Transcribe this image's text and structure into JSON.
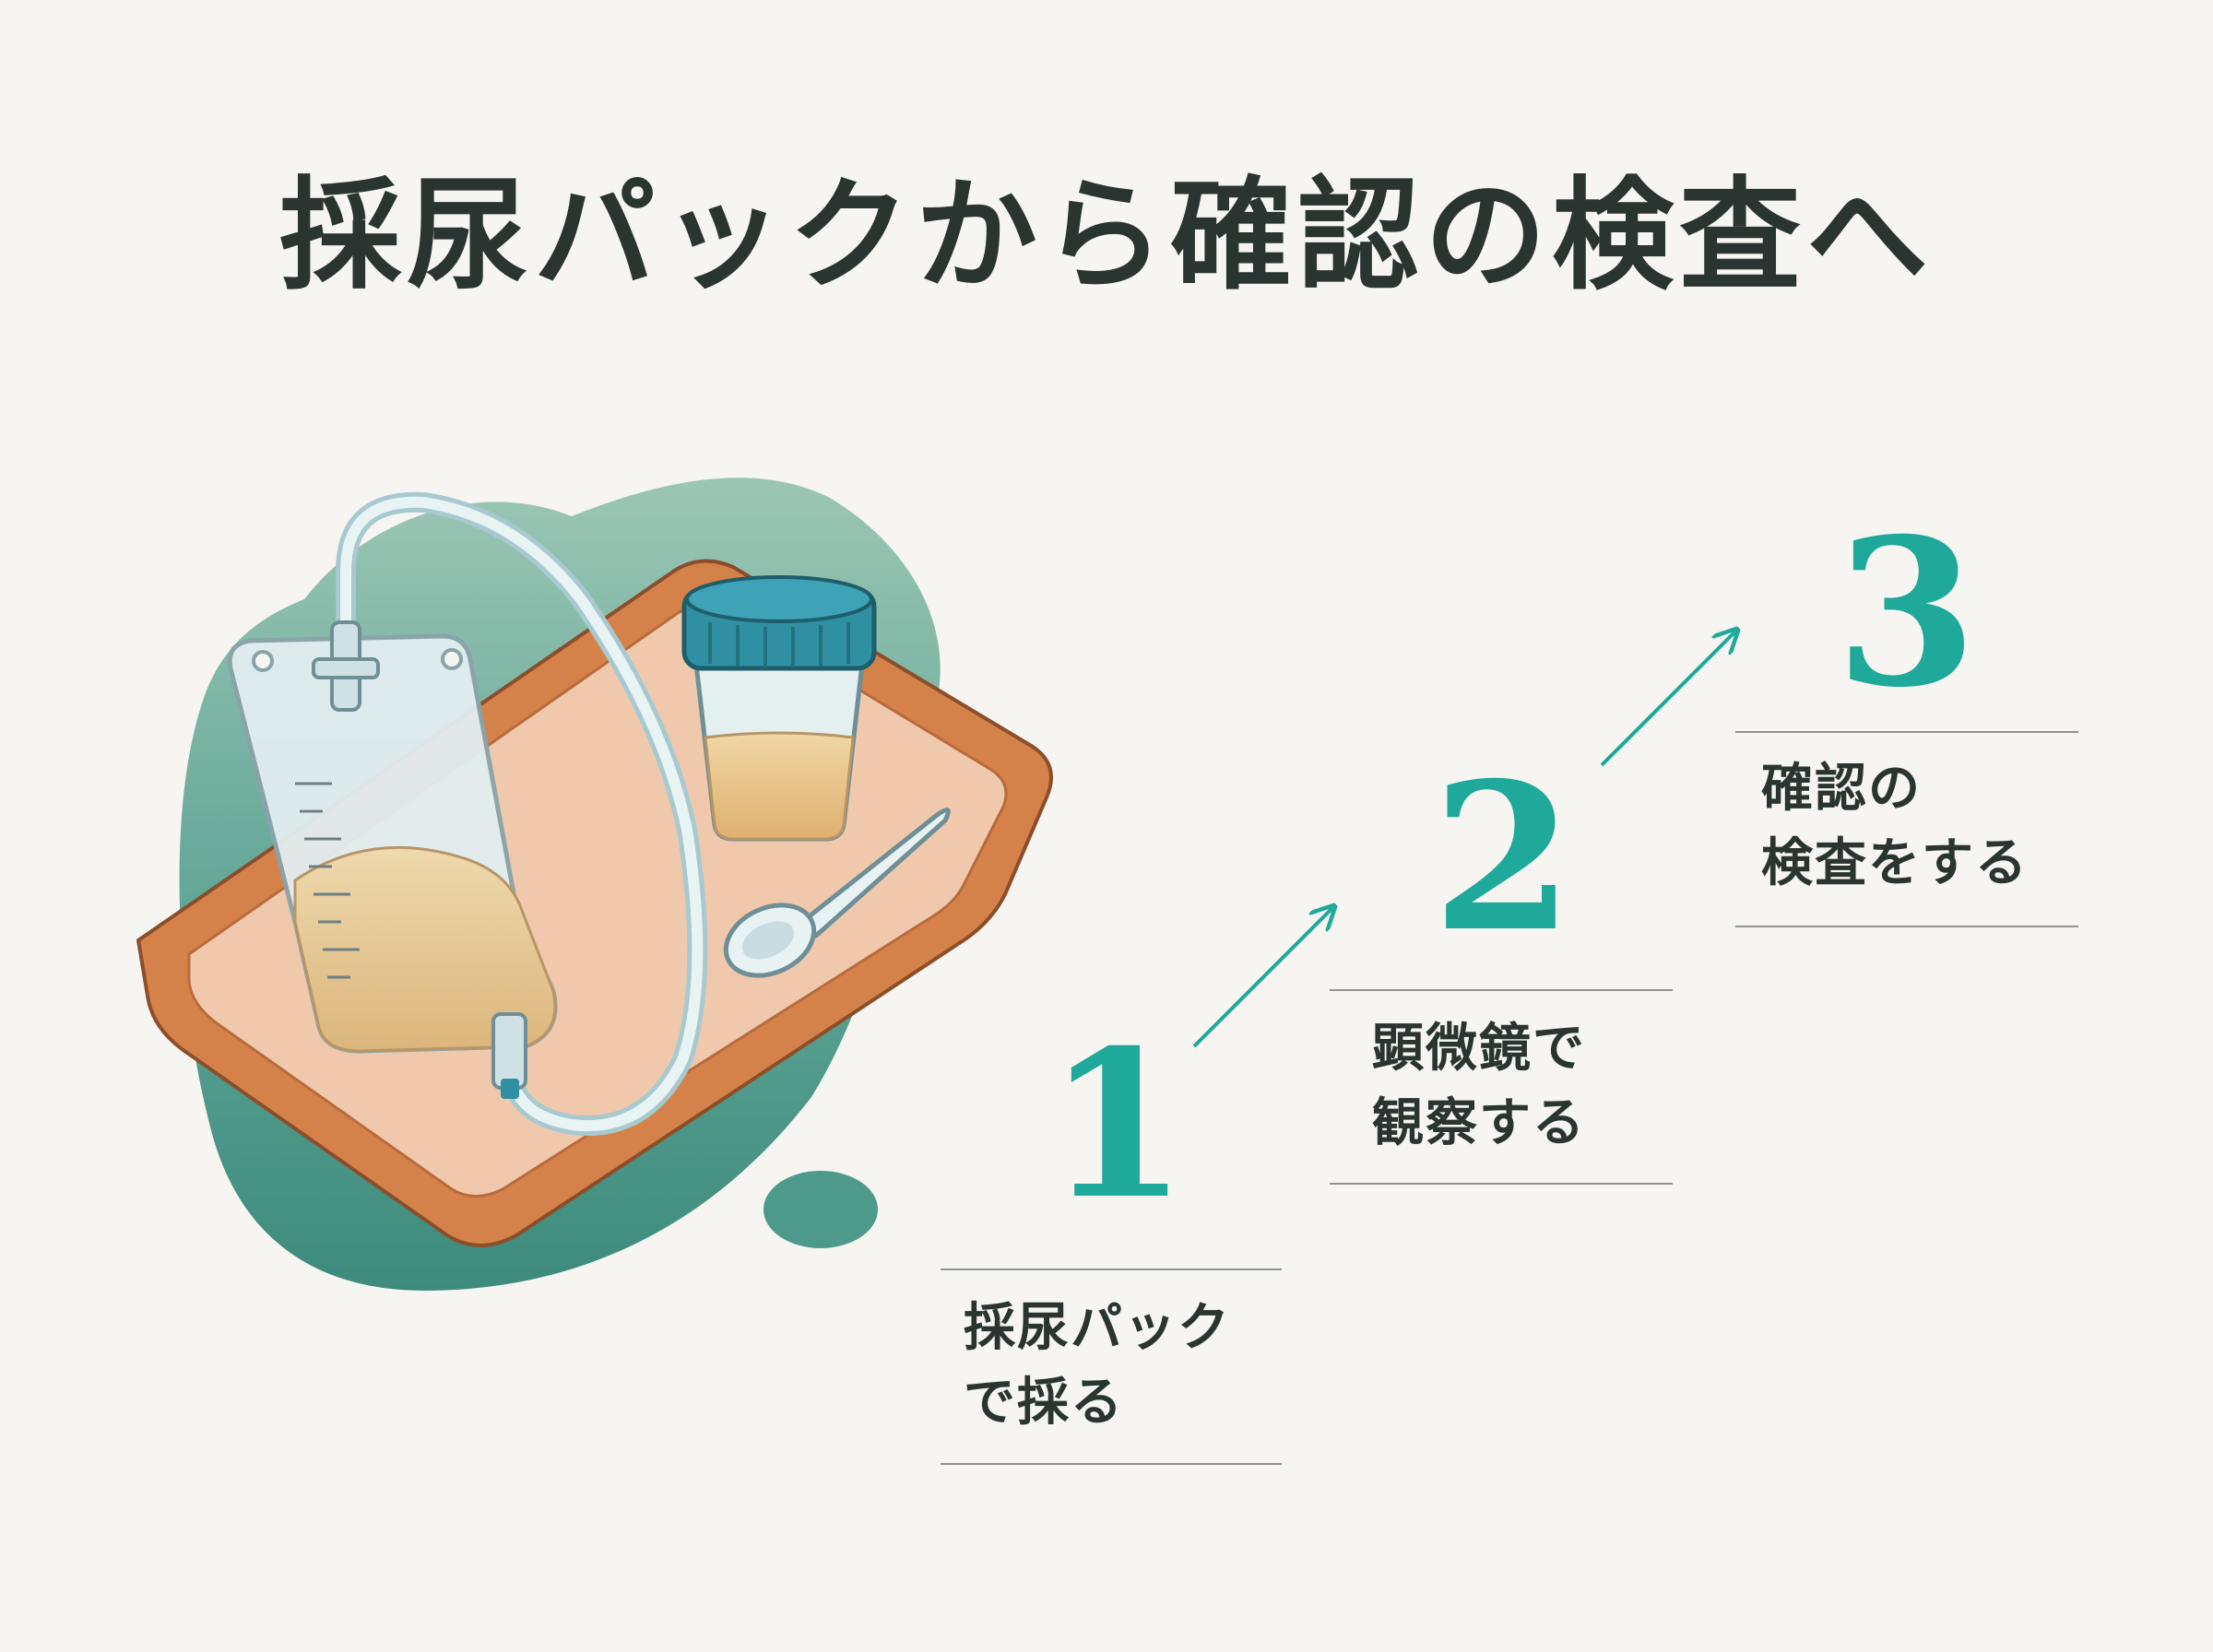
{
  "title": "採尿パックから確認の検査へ",
  "steps": [
    {
      "number": "1",
      "label_line1": "採尿パック",
      "label_line2": "で採る"
    },
    {
      "number": "2",
      "label_line1": "顕微鏡で",
      "label_line2": "観察する"
    },
    {
      "number": "3",
      "label_line1": "確認の",
      "label_line2": "検査をする"
    }
  ],
  "colors": {
    "accent": "#1fa99a",
    "title_text": "#2a3430",
    "blob": "#4f9a8a",
    "tray": "#d98b55",
    "tray_inner": "#f2cdb4",
    "urine": "#e7c68f",
    "cup_lid": "#2f8fa3"
  },
  "icons": [
    "urine-bag-icon",
    "specimen-cup-icon",
    "spoon-icon",
    "tray-icon",
    "arrow-icon"
  ]
}
